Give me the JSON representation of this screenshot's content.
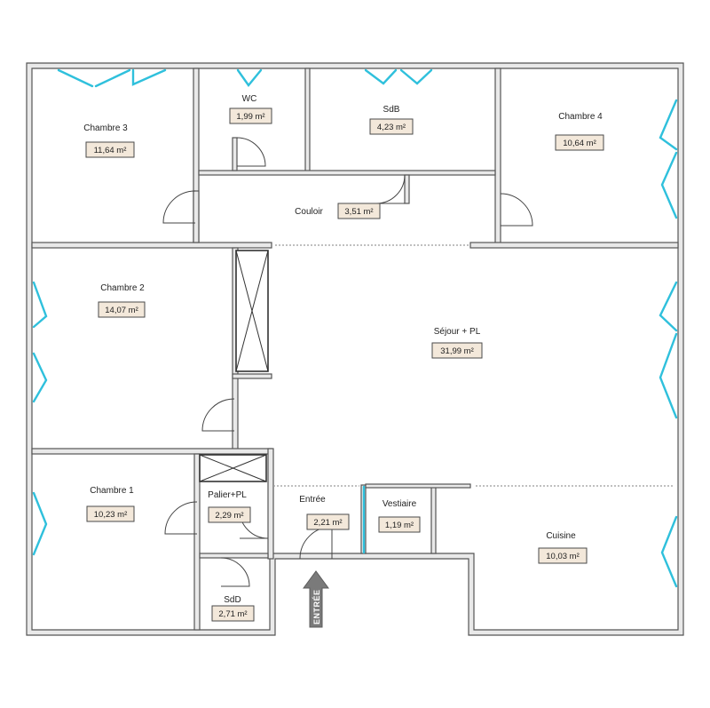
{
  "rooms": [
    {
      "id": "chambre3",
      "name": "Chambre 3",
      "area": "11,64 m²"
    },
    {
      "id": "wc",
      "name": "WC",
      "area": "1,99 m²"
    },
    {
      "id": "sdb",
      "name": "SdB",
      "area": "4,23 m²"
    },
    {
      "id": "chambre4",
      "name": "Chambre 4",
      "area": "10,64 m²"
    },
    {
      "id": "couloir",
      "name": "Couloir",
      "area": "3,51 m²"
    },
    {
      "id": "chambre2",
      "name": "Chambre 2",
      "area": "14,07 m²"
    },
    {
      "id": "sejour",
      "name": "Séjour + PL",
      "area": "31,99 m²"
    },
    {
      "id": "chambre1",
      "name": "Chambre 1",
      "area": "10,23 m²"
    },
    {
      "id": "palier",
      "name": "Palier+PL",
      "area": "2,29 m²"
    },
    {
      "id": "entree",
      "name": "Entrée",
      "area": "2,21 m²"
    },
    {
      "id": "vestiaire",
      "name": "Vestiaire",
      "area": "1,19 m²"
    },
    {
      "id": "cuisine",
      "name": "Cuisine",
      "area": "10,03 m²"
    },
    {
      "id": "sdd",
      "name": "SdD",
      "area": "2,71 m²"
    }
  ],
  "entry_arrow": {
    "label": "ENTRÉE",
    "color": "#7a7a7a"
  },
  "colors": {
    "window": "#2fc0dc",
    "wall": "#5a5a5a",
    "area_box": "#f3e8da"
  }
}
